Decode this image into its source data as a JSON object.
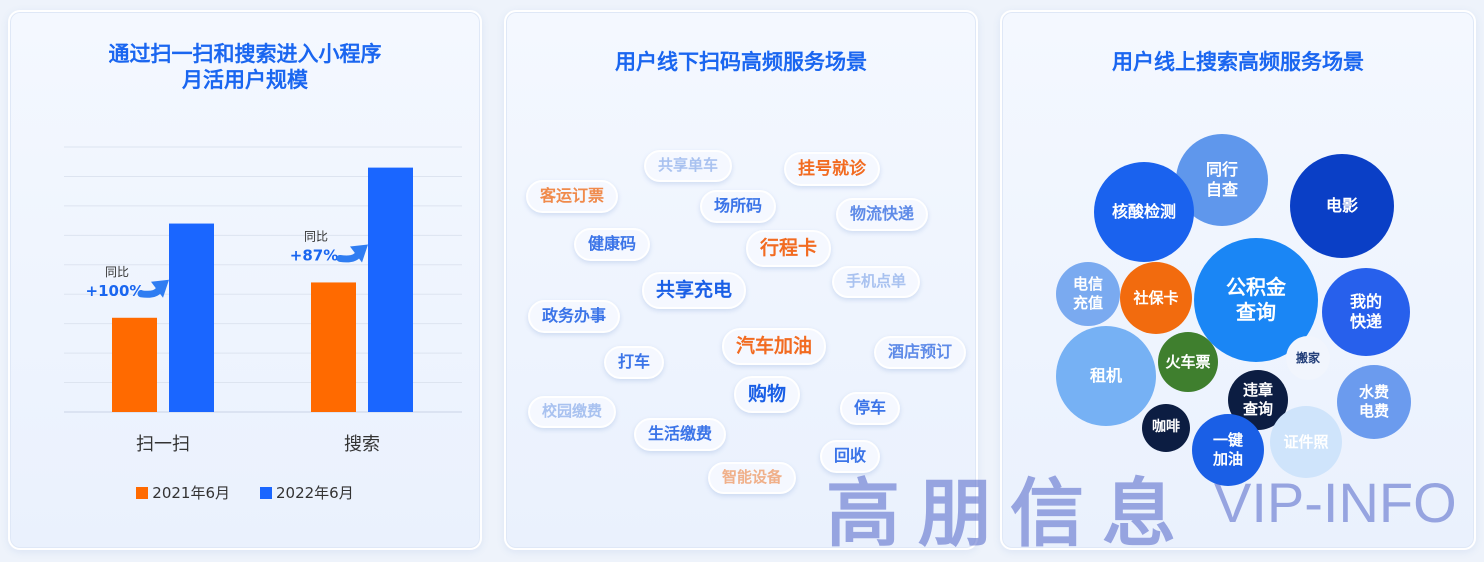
{
  "panels": {
    "chart": {
      "title_line1": "通过扫一扫和搜索进入小程序",
      "title_line2": "月活用户规模"
    },
    "offline": {
      "title": "用户线下扫码高频服务场景",
      "tags": [
        {
          "text": "共享单车",
          "color": "#a9c2f0",
          "size": 15
        },
        {
          "text": "挂号就诊",
          "color": "#f26b21",
          "size": 17
        },
        {
          "text": "客运订票",
          "color": "#f08a4b",
          "size": 16
        },
        {
          "text": "场所码",
          "color": "#3b74e8",
          "size": 16
        },
        {
          "text": "物流快递",
          "color": "#5f8be8",
          "size": 16
        },
        {
          "text": "健康码",
          "color": "#3b74e8",
          "size": 16
        },
        {
          "text": "行程卡",
          "color": "#f26b21",
          "size": 19
        },
        {
          "text": "共享充电",
          "color": "#1a5fe6",
          "size": 19
        },
        {
          "text": "手机点单",
          "color": "#a9c2f0",
          "size": 15
        },
        {
          "text": "政务办事",
          "color": "#3b74e8",
          "size": 16
        },
        {
          "text": "汽车加油",
          "color": "#f26b21",
          "size": 19
        },
        {
          "text": "酒店预订",
          "color": "#5f8be8",
          "size": 16
        },
        {
          "text": "打车",
          "color": "#3b74e8",
          "size": 16
        },
        {
          "text": "购物",
          "color": "#1a5fe6",
          "size": 19
        },
        {
          "text": "校园缴费",
          "color": "#a9c2f0",
          "size": 15
        },
        {
          "text": "停车",
          "color": "#3b74e8",
          "size": 16
        },
        {
          "text": "生活缴费",
          "color": "#3b74e8",
          "size": 16
        },
        {
          "text": "回收",
          "color": "#3b74e8",
          "size": 16
        },
        {
          "text": "智能设备",
          "color": "#f0b08a",
          "size": 15
        }
      ]
    },
    "online": {
      "title": "用户线上搜索高频服务场景",
      "bubbles": [
        {
          "text": "同行\n自查",
          "color": "#5f97ec",
          "size": 16
        },
        {
          "text": "核酸检测",
          "color": "#1a62ee",
          "size": 16
        },
        {
          "text": "电影",
          "color": "#0a3fc6",
          "size": 16
        },
        {
          "text": "电信\n充值",
          "color": "#7aaaf0",
          "size": 15
        },
        {
          "text": "社保卡",
          "color": "#f26b0e",
          "size": 15
        },
        {
          "text": "公积金\n查询",
          "color": "#1a86f5",
          "size": 20
        },
        {
          "text": "我的\n快递",
          "color": "#2760ec",
          "size": 16
        },
        {
          "text": "租机",
          "color": "#76b1f4",
          "size": 16
        },
        {
          "text": "火车票",
          "color": "#3f7f2e",
          "size": 15
        },
        {
          "text": "搬家",
          "color": "#f1f5fd",
          "size": 12,
          "textColor": "#233f7a"
        },
        {
          "text": "违章\n查询",
          "color": "#0c1d42",
          "size": 15
        },
        {
          "text": "水费\n电费",
          "color": "#6b9bee",
          "size": 15
        },
        {
          "text": "咖啡",
          "color": "#0c1d42",
          "size": 14
        },
        {
          "text": "一键\n加油",
          "color": "#1a5fe6",
          "size": 15
        },
        {
          "text": "证件照",
          "color": "#cfe4fb",
          "size": 15
        }
      ]
    }
  },
  "chart_data": {
    "type": "bar",
    "categories": [
      "扫一扫",
      "搜索"
    ],
    "series": [
      {
        "name": "2021年6月",
        "values": [
          32,
          44
        ],
        "color": "#ff6a00"
      },
      {
        "name": "2022年6月",
        "values": [
          64,
          83
        ],
        "color": "#1a66ff"
      }
    ],
    "ylim": [
      0,
      90
    ],
    "grid": true,
    "legend": "bottom",
    "annotations": [
      {
        "label": "同比",
        "value": "+100%",
        "category": "扫一扫"
      },
      {
        "label": "同比",
        "value": "+87%",
        "category": "搜索"
      }
    ]
  },
  "watermark": {
    "cn": "高朋信息",
    "en": "VIP-INFO"
  }
}
